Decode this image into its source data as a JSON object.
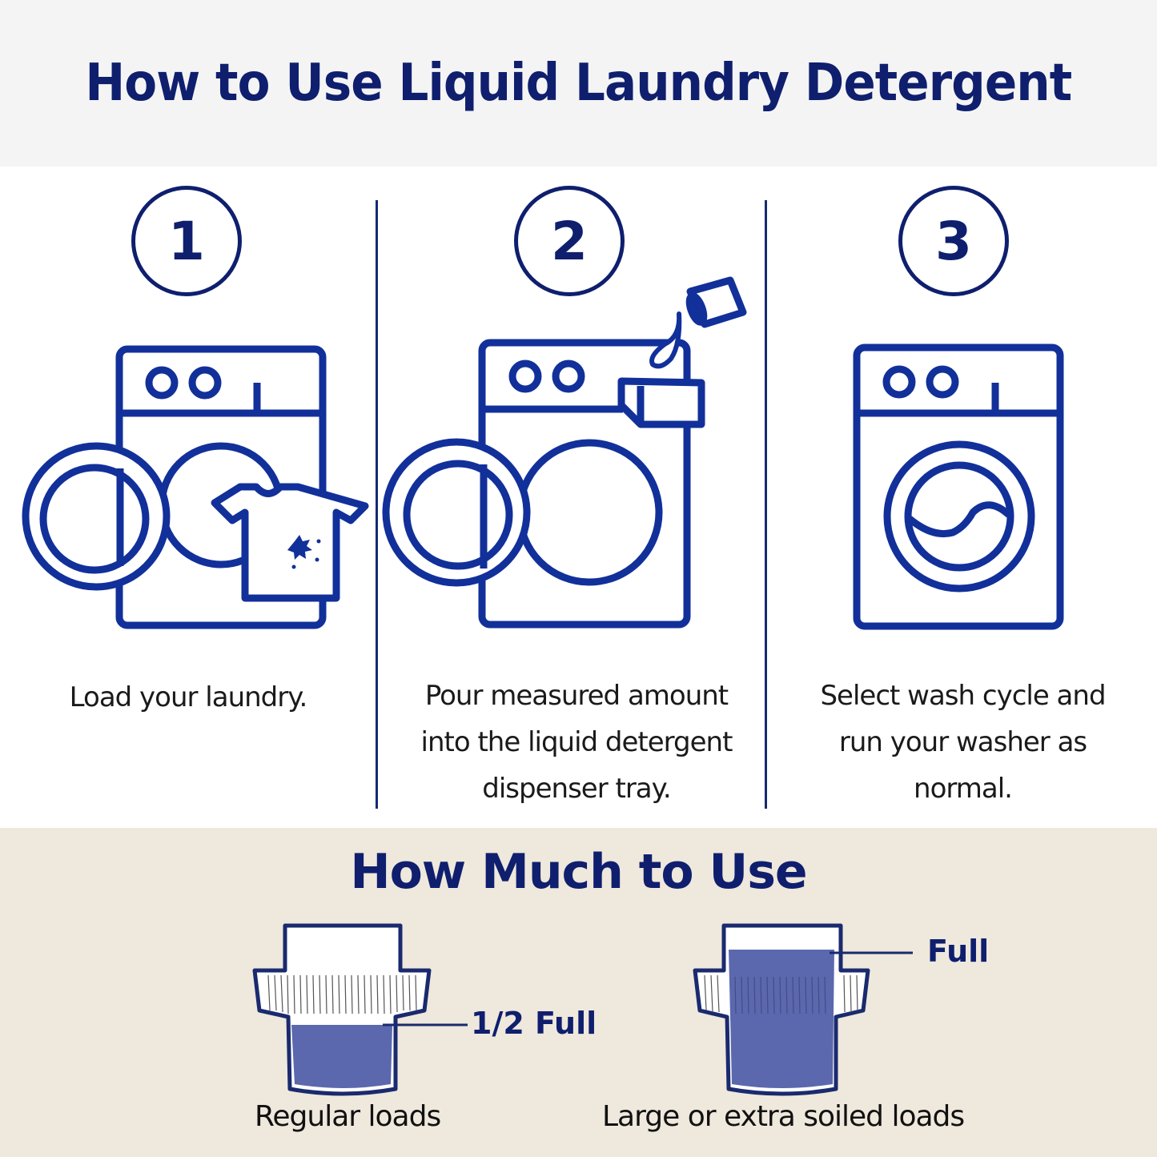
{
  "header": {
    "title": "How to Use Liquid Laundry Detergent"
  },
  "steps": [
    {
      "number": "1",
      "icon": "washer-loading-shirt-icon",
      "text_lines": [
        "Load your laundry."
      ]
    },
    {
      "number": "2",
      "icon": "washer-pour-detergent-icon",
      "text_lines": [
        "Pour measured amount",
        "into the liquid detergent",
        "dispenser tray."
      ]
    },
    {
      "number": "3",
      "icon": "washer-running-icon",
      "text_lines": [
        "Select wash cycle and",
        "run your washer as",
        "normal."
      ]
    }
  ],
  "how_much": {
    "title": "How Much to Use",
    "cups": [
      {
        "fill_label": "1/2 Full",
        "fill_level": 0.5,
        "caption": "Regular loads",
        "icon": "measuring-cap-half-icon"
      },
      {
        "fill_label": "Full",
        "fill_level": 1.0,
        "caption": "Large or extra soiled loads",
        "icon": "measuring-cap-full-icon"
      }
    ]
  },
  "colors": {
    "navy": "#0f1f6e",
    "icon_blue": "#12309a",
    "liquid": "#5b68ae",
    "header_bg": "#f4f4f4",
    "beige_bg": "#efe8dc"
  }
}
